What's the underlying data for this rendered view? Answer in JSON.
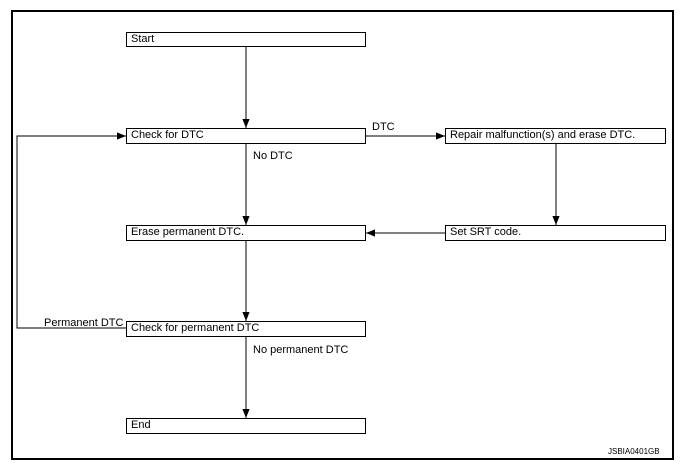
{
  "flow": {
    "start": "Start",
    "check_dtc": "Check for DTC",
    "repair": "Repair malfunction(s) and erase DTC.",
    "erase_permanent": "Erase permanent DTC.",
    "set_srt": "Set SRT code.",
    "check_permanent": "Check for permanent DTC",
    "end": "End"
  },
  "labels": {
    "dtc": "DTC",
    "no_dtc": "No DTC",
    "permanent_dtc": "Permanent DTC",
    "no_permanent_dtc": "No permanent DTC"
  },
  "figure_code": "JSBIA0401GB"
}
